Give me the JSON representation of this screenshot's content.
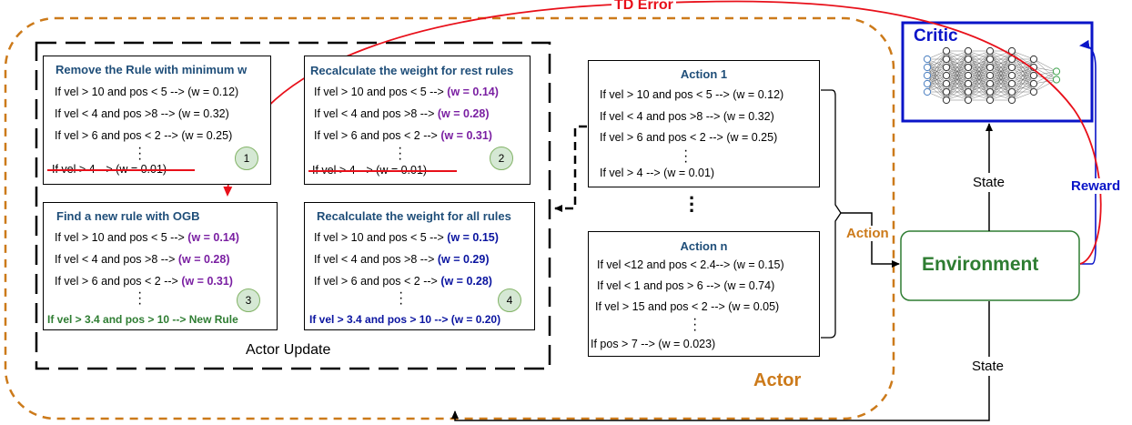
{
  "labels": {
    "td_error": "TD Error",
    "critic": "Critic",
    "reward": "Reward",
    "state_top": "State",
    "state_bottom": "State",
    "action": "Action",
    "environment": "Environment",
    "actor": "Actor",
    "actor_update": "Actor Update"
  },
  "box1": {
    "title": "Remove the Rule with minimum w",
    "rules": [
      "If vel > 10 and pos < 5 --> (w = 0.12)",
      "If vel < 4 and pos >8 --> (w = 0.32)",
      "If vel > 6 and pos < 2 --> (w = 0.25)"
    ],
    "struck": "If vel > 4 --> (w = 0.01)",
    "badge": "1"
  },
  "box2": {
    "title": "Recalculate the weight for rest rules",
    "rules": [
      {
        "cond": "If vel > 10 and pos < 5 --> ",
        "w": "(w = 0.14)"
      },
      {
        "cond": "If vel < 4 and pos >8 --> ",
        "w": "(w = 0.28)"
      },
      {
        "cond": "If vel > 6 and pos < 2 --> ",
        "w": "(w = 0.31)"
      }
    ],
    "struck": "If vel > 4 --> (w = 0.01)",
    "badge": "2"
  },
  "box3": {
    "title": "Find a new rule with OGB",
    "rules": [
      {
        "cond": "If vel > 10 and pos < 5 --> ",
        "w": "(w = 0.14)"
      },
      {
        "cond": "If vel < 4 and pos >8 --> ",
        "w": "(w = 0.28)"
      },
      {
        "cond": "If vel > 6 and pos < 2 --> ",
        "w": "(w = 0.31)"
      }
    ],
    "new_rule": "If vel > 3.4 and pos > 10 --> New Rule",
    "badge": "3"
  },
  "box4": {
    "title": "Recalculate the weight for all rules",
    "rules": [
      {
        "cond": "If vel > 10 and pos < 5 --> ",
        "w": "(w = 0.15)"
      },
      {
        "cond": "If vel < 4 and pos >8 --> ",
        "w": "(w = 0.29)"
      },
      {
        "cond": "If vel > 6 and pos < 2 --> ",
        "w": "(w = 0.28)"
      }
    ],
    "new_rule": "If vel > 3.4 and pos > 10 --> (w = 0.20)",
    "badge": "4"
  },
  "action1": {
    "title": "Action 1",
    "rules": [
      "If vel > 10 and pos < 5 --> (w = 0.12)",
      "If vel < 4 and pos >8 --> (w = 0.32)",
      "If vel > 6 and pos < 2 --> (w = 0.25)",
      "If vel > 4 --> (w = 0.01)"
    ]
  },
  "actionn": {
    "title": "Action n",
    "rules": [
      "If vel <12 and pos < 2.4--> (w = 0.15)",
      "If vel < 1 and pos > 6 --> (w = 0.74)",
      "If vel > 15 and pos < 2 --> (w = 0.05)",
      "If pos > 7 --> (w = 0.023)"
    ]
  },
  "colors": {
    "red": "#e8101a",
    "orange": "#cc7a1a",
    "blue": "#0a14c8",
    "green": "#2e7d32"
  }
}
